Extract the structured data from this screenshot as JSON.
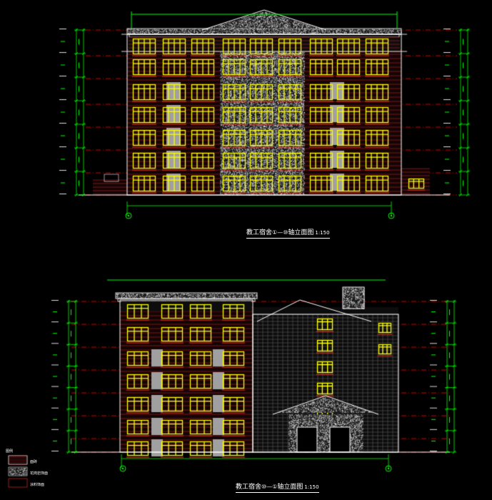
{
  "drawings": [
    {
      "title_prefix": "教工宿舍",
      "title_axis_a": "①",
      "title_dash": "—",
      "title_axis_b": "⑩",
      "title_suffix": "轴立面图",
      "scale": "1:150"
    },
    {
      "title_prefix": "教工宿舍",
      "title_axis_a": "⑩",
      "title_dash": "—",
      "title_axis_b": "①",
      "title_suffix": "轴立面图",
      "scale": "1:150"
    }
  ],
  "legend": {
    "title": "图例",
    "items": [
      "面砖",
      "花岗岩饰面",
      "涂料饰面"
    ]
  },
  "colors": {
    "background": "#000000",
    "wall": "#ff3030",
    "window": "#ffff00",
    "stone": "#bfbfbf",
    "panel": "#a0a0a0",
    "dimension": "#00ff00",
    "level_line": "#ff0000",
    "text": "#ffffff"
  }
}
